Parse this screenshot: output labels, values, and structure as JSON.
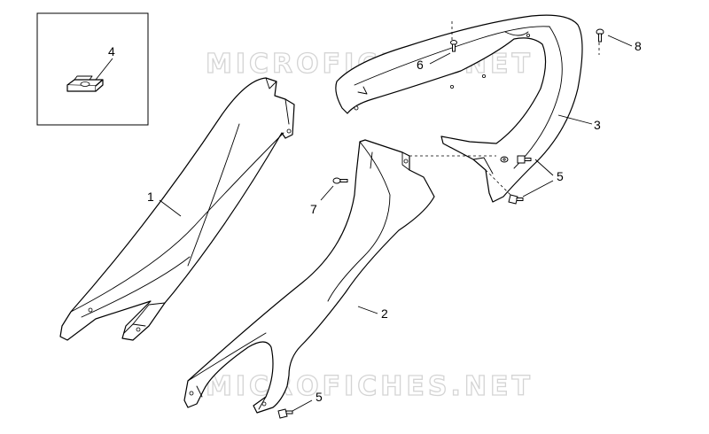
{
  "watermark": "MICROFICHES.NET",
  "callouts": {
    "part_1": "1",
    "part_2": "2",
    "part_3": "3",
    "part_4": "4",
    "part_5a": "5",
    "part_5b": "5",
    "part_6": "6",
    "part_7": "7",
    "part_8": "8"
  },
  "colors": {
    "line": "#000000",
    "watermark": "#d4d4d4",
    "background": "#ffffff"
  }
}
